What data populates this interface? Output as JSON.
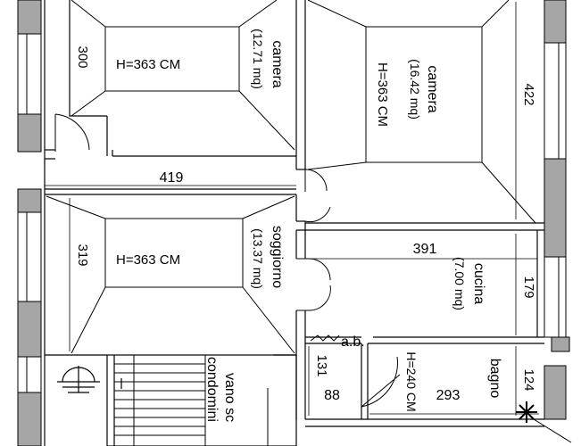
{
  "rooms": {
    "camera_top_left": {
      "ceiling": "H=363 CM",
      "name": "camera",
      "area": "(12.71 mq)"
    },
    "camera_top_right": {
      "name": "camera",
      "area": "(16.42 mq)",
      "ceiling": "H=363 CM"
    },
    "soggiorno": {
      "name": "soggiorno",
      "area": "(13.37 mq)",
      "ceiling": "H=363 CM"
    },
    "cucina": {
      "name": "cucina",
      "area": "(7.00 mq)"
    },
    "bagno": {
      "name": "bagno",
      "ceiling": "H=240 CM"
    },
    "antibagno": {
      "name": "a.b."
    },
    "stairwell": {
      "line1": "vano sc",
      "line2": "condomini"
    }
  },
  "dimensions": {
    "d300": "300",
    "d419": "419",
    "d319": "319",
    "d422": "422",
    "d391": "391",
    "d179": "179",
    "d131": "131",
    "d88": "88",
    "d293": "293",
    "d124": "124"
  },
  "symbols": [
    "north-arrow-icon",
    "meter-symbol-icon"
  ]
}
